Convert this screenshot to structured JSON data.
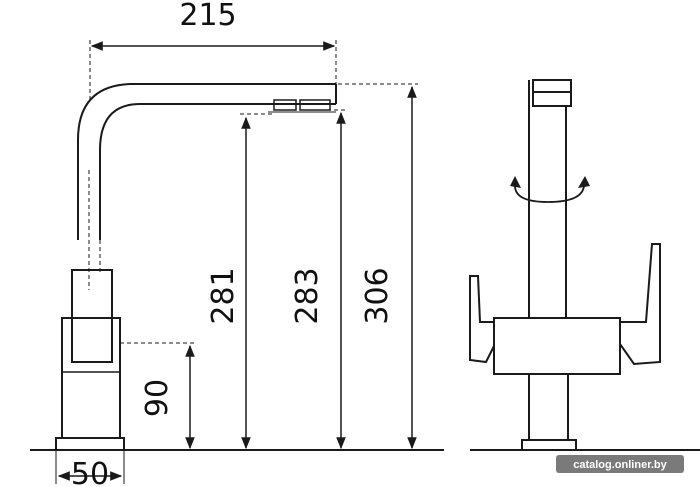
{
  "dimensions": {
    "width_total": "215",
    "height_spout_low": "281",
    "height_spout_mid": "283",
    "height_overall": "306",
    "height_lever": "90",
    "base_diameter": "50"
  },
  "watermark": "catalog.onliner.by",
  "colors": {
    "line": "#1a1a1a",
    "background": "#ffffff",
    "watermark_bg": "#7a7a7a"
  }
}
